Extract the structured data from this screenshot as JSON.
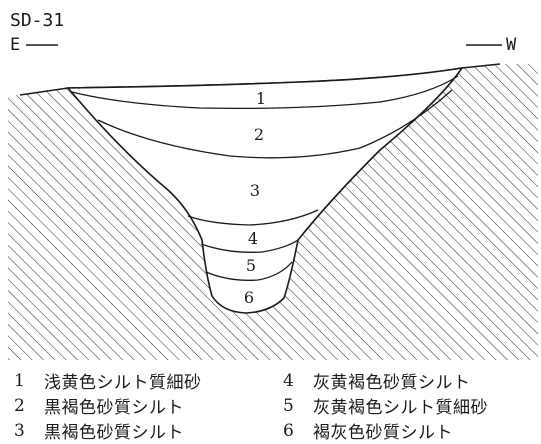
{
  "figure": {
    "title": "SD-31",
    "east_label": "E",
    "west_label": "W",
    "colors": {
      "line": "#1a1a1a",
      "hatch": "#2a2a2a",
      "background": "#ffffff"
    },
    "layer_numbers": [
      "1",
      "2",
      "3",
      "4",
      "5",
      "6"
    ]
  },
  "legend": [
    {
      "number": "1",
      "text": "浅黄色シルト質細砂"
    },
    {
      "number": "2",
      "text": "黒褐色砂質シルト"
    },
    {
      "number": "3",
      "text": "黒褐色砂質シルト"
    },
    {
      "number": "4",
      "text": "灰黄褐色砂質シルト"
    },
    {
      "number": "5",
      "text": "灰黄褐色シルト質細砂"
    },
    {
      "number": "6",
      "text": "褐灰色砂質シルト"
    }
  ]
}
